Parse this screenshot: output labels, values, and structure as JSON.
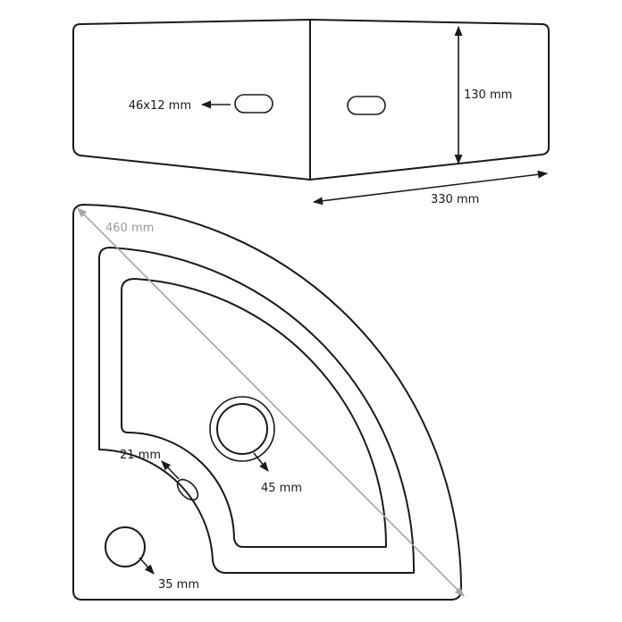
{
  "side_view": {
    "slot_label": "46x12 mm",
    "height_label": "130 mm",
    "depth_label": "330 mm"
  },
  "top_view": {
    "diagonal_label": "460 mm",
    "overflow_label": "21 mm",
    "drain_label": "45 mm",
    "tap_hole_label": "35 mm"
  },
  "colors": {
    "line": "#1a1a1a",
    "dimension_grey": "#a5a5a5"
  }
}
